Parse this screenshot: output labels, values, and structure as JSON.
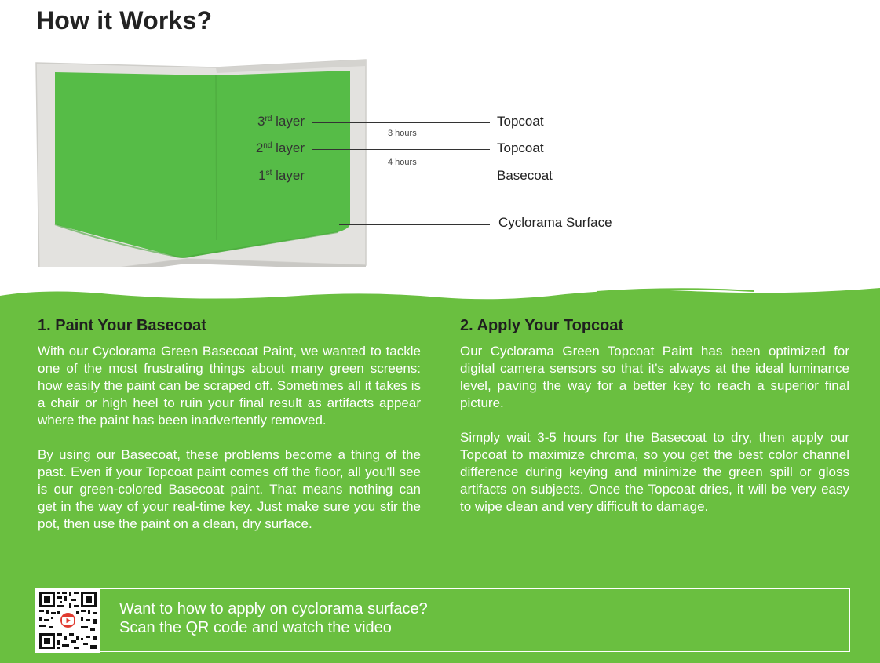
{
  "heading": "How it Works?",
  "diagram": {
    "layers": [
      {
        "num": "3",
        "suffix": "rd",
        "word": "layer",
        "coat": "Topcoat"
      },
      {
        "num": "2",
        "suffix": "nd",
        "word": "layer",
        "coat": "Topcoat"
      },
      {
        "num": "1",
        "suffix": "st",
        "word": "layer",
        "coat": "Basecoat"
      }
    ],
    "intervals": [
      "3 hours",
      "4 hours"
    ],
    "surface_label": "Cyclorama Surface",
    "colors": {
      "green": "#56bc47",
      "frame": "#e3e2df",
      "frame_edge": "#c9c8c4"
    }
  },
  "sections": [
    {
      "title": "1. Paint Your Basecoat",
      "paragraphs": [
        "With our Cyclorama Green Basecoat Paint, we wanted to tackle one of the most frustrating things about many green screens: how easily the paint can be scraped off. Sometimes all it takes is a chair or high heel to ruin your final result as artifacts appear where the paint has been inadvertently removed.",
        "By using our Basecoat, these problems become a thing of the past. Even if your Topcoat paint comes off the floor, all you'll see is our green-colored Basecoat paint. That means nothing can get in the way of your real-time key. Just make sure you stir the pot, then use the paint on a clean, dry surface."
      ]
    },
    {
      "title": "2. Apply Your Topcoat",
      "paragraphs": [
        "Our Cyclorama Green Topcoat Paint has been optimized for digital camera sensors so that it's always at the ideal luminance level, paving the way for a better key to reach a superior final picture.",
        "Simply wait 3-5 hours for the Basecoat to dry, then apply our Topcoat to maximize chroma, so you get the best color channel difference during keying and minimize the green spill or gloss artifacts on subjects. Once the Topcoat dries, it will be very easy to wipe clean and very difficult to damage."
      ]
    }
  ],
  "cta": {
    "line1": "Want to how to apply on cyclorama surface?",
    "line2": "Scan the QR code and watch the video"
  },
  "theme": {
    "section_green": "#6abf40",
    "qr_play": "#e03a2f"
  }
}
